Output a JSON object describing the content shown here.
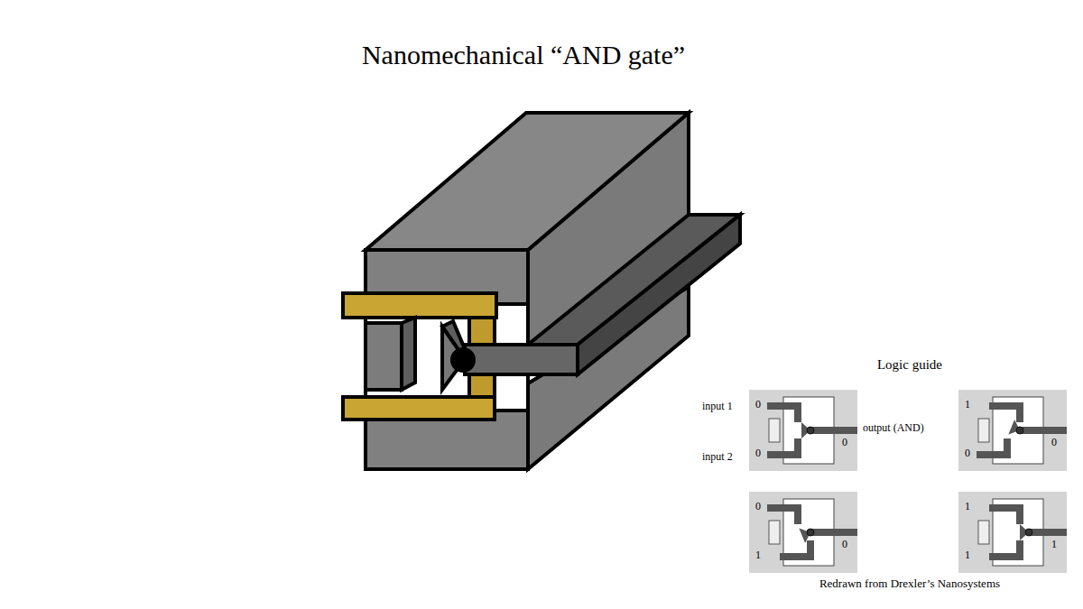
{
  "diagram": {
    "title": "Nanomechanical “AND gate”",
    "caption": "Redrawn from Drexler’s Nanosystems",
    "labels": [
      "Logic guide",
      "input 1",
      "0",
      "input 2",
      "0",
      "output (AND)",
      "0",
      "1",
      "0",
      "0",
      "0",
      "1",
      "0",
      "1",
      "1",
      "1"
    ]
  }
}
